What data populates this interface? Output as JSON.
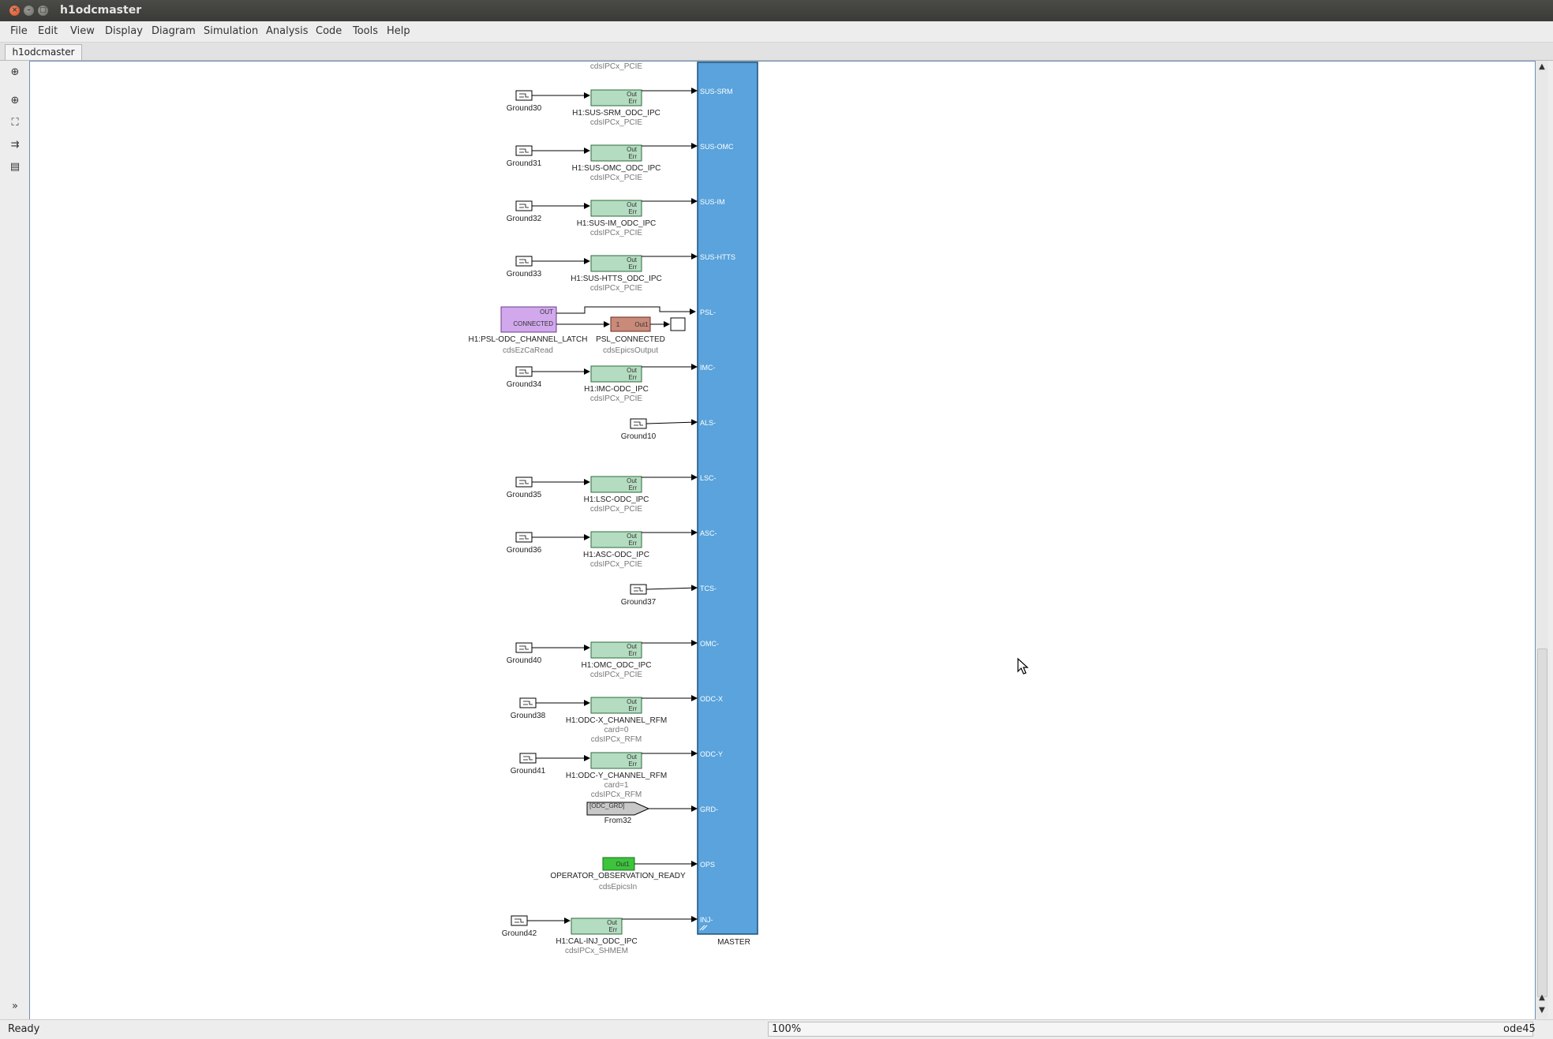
{
  "window": {
    "title": "h1odcmaster"
  },
  "menu": {
    "items": [
      "File",
      "Edit",
      "View",
      "Display",
      "Diagram",
      "Simulation",
      "Analysis",
      "Code",
      "Tools",
      "Help"
    ]
  },
  "tab": {
    "label": "h1odcmaster"
  },
  "toolbar": {
    "icons": [
      "arrow-icon",
      "zoom-icon",
      "fit-icon",
      "route-icon",
      "annotation-icon",
      "expand-icon"
    ],
    "expand_glyph": "»"
  },
  "status": {
    "ready": "Ready",
    "zoom": "100%",
    "solver": "ode45"
  },
  "diagram": {
    "top_partial_sublabel": "cdsIPCx_PCIE",
    "ipc_ports": [
      "Out",
      "Err"
    ],
    "rows": [
      {
        "port": "SUS-SRM",
        "type": "ipc",
        "ground": "Ground30",
        "label": "H1:SUS-SRM_ODC_IPC",
        "sub": "cdsIPCx_PCIE"
      },
      {
        "port": "SUS-OMC",
        "type": "ipc",
        "ground": "Ground31",
        "label": "H1:SUS-OMC_ODC_IPC",
        "sub": "cdsIPCx_PCIE"
      },
      {
        "port": "SUS-IM",
        "type": "ipc",
        "ground": "Ground32",
        "label": "H1:SUS-IM_ODC_IPC",
        "sub": "cdsIPCx_PCIE"
      },
      {
        "port": "SUS-HTTS",
        "type": "ipc",
        "ground": "Ground33",
        "label": "H1:SUS-HTTS_ODC_IPC",
        "sub": "cdsIPCx_PCIE"
      },
      {
        "port": "PSL-",
        "type": "psl",
        "ezca_out": "OUT",
        "ezca_text": "CONNECTED",
        "ezca_label": "H1:PSL-ODC_CHANNEL_LATCH",
        "ezca_sub": "cdsEzCaRead",
        "epics_text": "Out1",
        "epics_num": "1",
        "epics_label": "PSL_CONNECTED",
        "epics_sub": "cdsEpicsOutput"
      },
      {
        "port": "IMC-",
        "type": "ipc",
        "ground": "Ground34",
        "label": "H1:IMC-ODC_IPC",
        "sub": "cdsIPCx_PCIE"
      },
      {
        "port": "ALS-",
        "type": "ground",
        "ground": "Ground10"
      },
      {
        "port": "LSC-",
        "type": "ipc",
        "ground": "Ground35",
        "label": "H1:LSC-ODC_IPC",
        "sub": "cdsIPCx_PCIE"
      },
      {
        "port": "ASC-",
        "type": "ipc",
        "ground": "Ground36",
        "label": "H1:ASC-ODC_IPC",
        "sub": "cdsIPCx_PCIE"
      },
      {
        "port": "TCS-",
        "type": "ground",
        "ground": "Ground37"
      },
      {
        "port": "OMC-",
        "type": "ipc",
        "ground": "Ground40",
        "label": "H1:OMC_ODC_IPC",
        "sub": "cdsIPCx_PCIE"
      },
      {
        "port": "ODC-X",
        "type": "ipc",
        "ground": "Ground38",
        "label": "H1:ODC-X_CHANNEL_RFM",
        "sub2": "card=0",
        "sub": "cdsIPCx_RFM"
      },
      {
        "port": "ODC-Y",
        "type": "ipc",
        "ground": "Ground41",
        "label": "H1:ODC-Y_CHANNEL_RFM",
        "sub2": "card=1",
        "sub": "cdsIPCx_RFM"
      },
      {
        "port": "GRD-",
        "type": "from",
        "tag": "[ODC_GRD]",
        "label": "From32"
      },
      {
        "port": "OPS",
        "type": "epicsin",
        "text": "Out1",
        "label": "OPERATOR_OBSERVATION_READY",
        "sub": "cdsEpicsIn"
      },
      {
        "port": "INJ-",
        "type": "ipc",
        "ground": "Ground42",
        "label": "H1:CAL-INJ_ODC_IPC",
        "sub": "cdsIPCx_SHMEM"
      }
    ],
    "master_label": "MASTER"
  },
  "colors": {
    "canvas_border": "#6d8fb3",
    "master_fill": "#5aa3dc",
    "ipc_fill": "#b4dcc0",
    "ezca_fill": "#d2a8ec",
    "epics_out_fill": "#c98a7a",
    "epics_in_fill": "#3cc43c",
    "from_fill": "#c8c8c8"
  }
}
